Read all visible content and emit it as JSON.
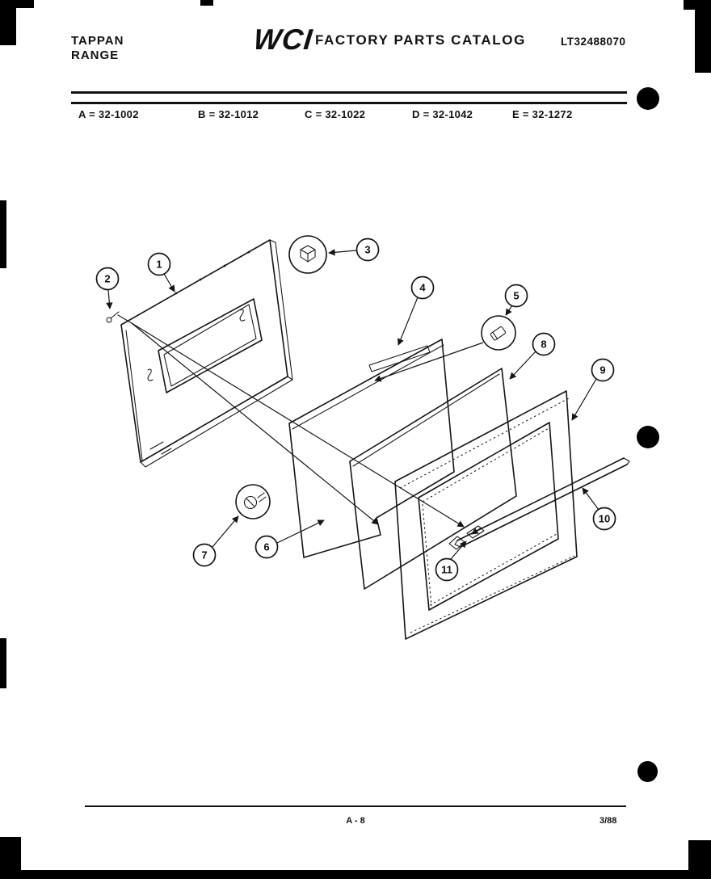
{
  "header": {
    "brand_line1": "TAPPAN",
    "brand_line2": "RANGE",
    "logo_text": "WCI",
    "catalog_title": "FACTORY PARTS CATALOG",
    "document_number": "LT32488070"
  },
  "model_index": {
    "items": [
      "A = 32-1002",
      "B = 32-1012",
      "C = 32-1022",
      "D = 32-1042",
      "E = 32-1272"
    ]
  },
  "diagram": {
    "callouts": [
      "1",
      "2",
      "3",
      "4",
      "5",
      "6",
      "7",
      "8",
      "9",
      "10",
      "11"
    ]
  },
  "footer": {
    "page_label": "A - 8",
    "date_code": "3/88"
  },
  "colors": {
    "ink": "#111111",
    "paper": "#ffffff"
  }
}
